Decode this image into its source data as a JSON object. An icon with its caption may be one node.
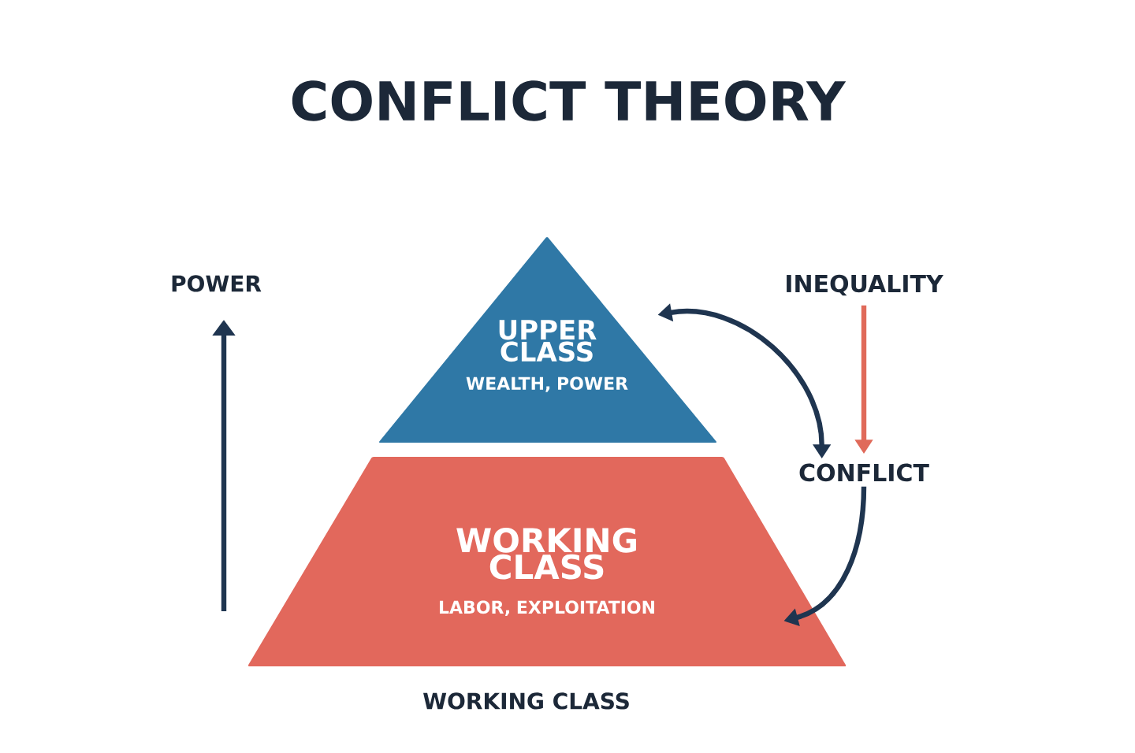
{
  "diagram": {
    "title": "CONFLICT THEORY",
    "nodes": [
      {
        "text": [
          "UPPER CLASS",
          "WEALTH, POWER"
        ]
      },
      {
        "text": [
          "WORKING CLASS",
          "LABOR, EXPLOITATION"
        ]
      },
      {
        "text": [
          "INEQUALITY"
        ]
      },
      {
        "text": [
          "CONFLICT"
        ]
      }
    ],
    "edges": [
      {
        "from": 0,
        "to": 3,
        "arrow": "both"
      },
      {
        "from": 2,
        "to": 3,
        "arrow": "to",
        "color": "#e06a5a"
      },
      {
        "from": 3,
        "to": 1,
        "arrow": "to"
      }
    ],
    "labels": [
      "POWER",
      "WORKING CLASS"
    ]
  }
}
